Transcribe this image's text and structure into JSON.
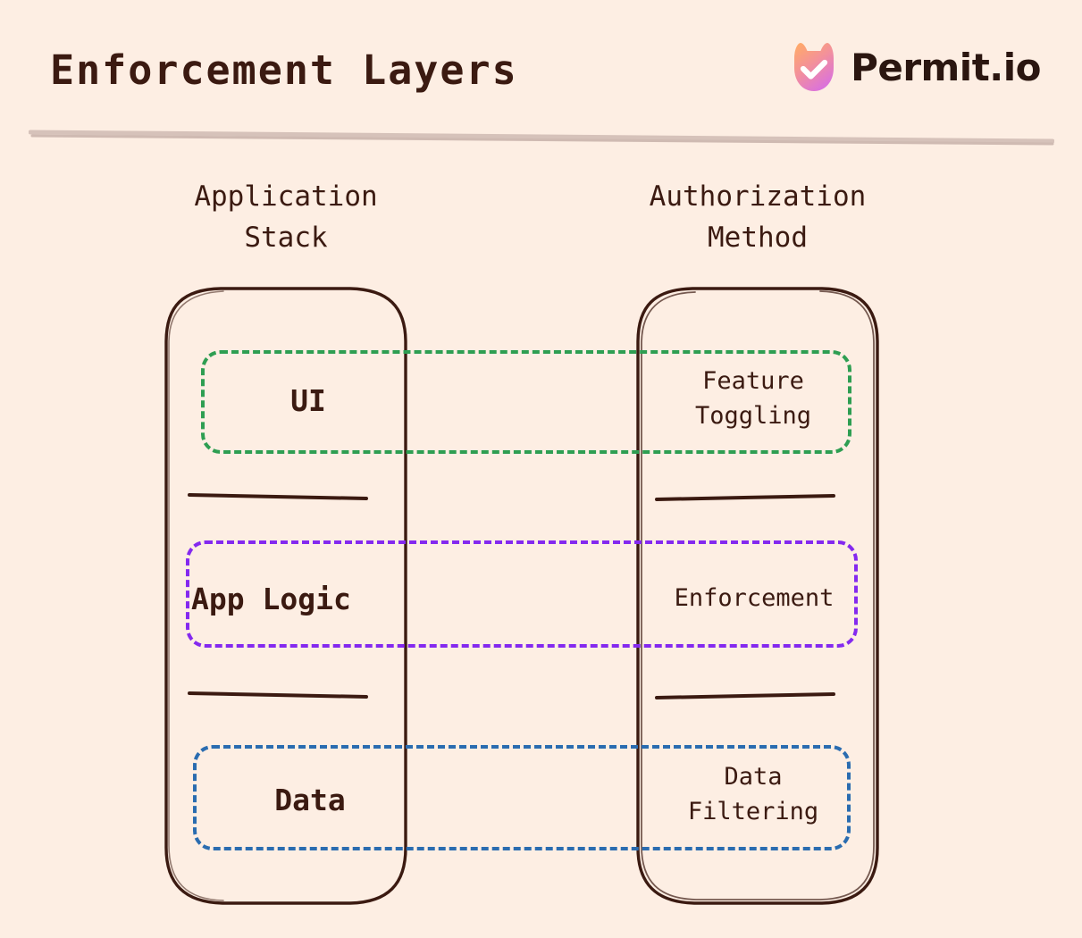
{
  "page": {
    "title": "Enforcement Layers",
    "background_color": "#fdeee3",
    "text_color": "#3b1a11"
  },
  "brand": {
    "name": "Permit.io",
    "logo_icon": "permit-shield-check-icon",
    "gradient_from": "#ffa06b",
    "gradient_to": "#d96fe0",
    "check_color": "#ffffff"
  },
  "columns": [
    {
      "id": "application-stack",
      "heading": "Application\nStack"
    },
    {
      "id": "authorization-method",
      "heading": "Authorization\nMethod"
    }
  ],
  "layers": [
    {
      "id": "ui",
      "accent_color": "#2e9e52",
      "accent_name": "green",
      "stack_label": "UI",
      "method_label": "Feature\nToggling"
    },
    {
      "id": "app-logic",
      "accent_color": "#8429ef",
      "accent_name": "purple",
      "stack_label": "App Logic",
      "method_label": "Enforcement"
    },
    {
      "id": "data",
      "accent_color": "#2a6cb0",
      "accent_name": "blue",
      "stack_label": "Data",
      "method_label": "Data\nFiltering"
    }
  ]
}
